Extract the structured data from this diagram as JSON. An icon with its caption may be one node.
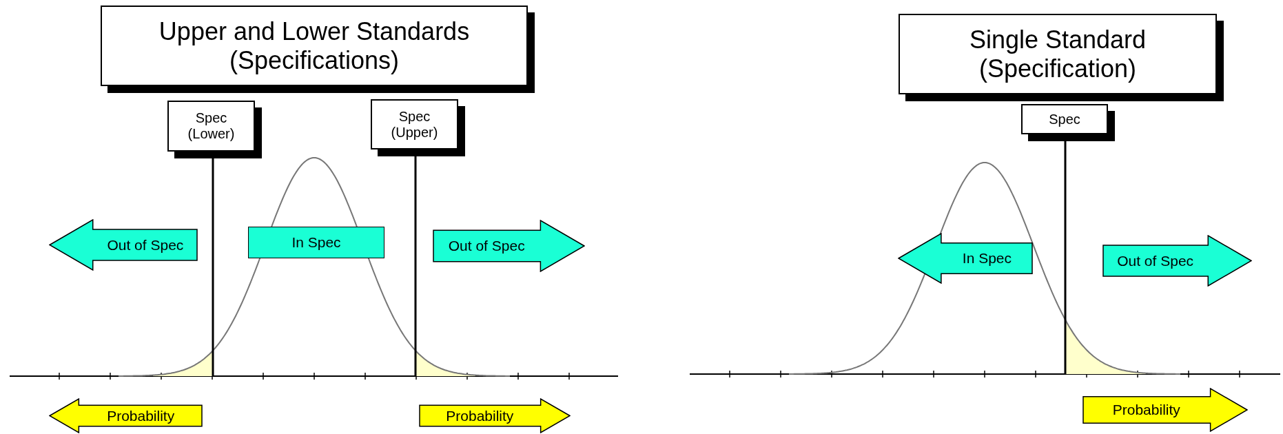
{
  "diagram": {
    "nodes": [
      {
        "text": [
          "Upper and Lower Standards (Specifications)"
        ]
      },
      {
        "text": [
          "Spec (Lower)"
        ]
      },
      {
        "text": [
          "Spec (Upper)"
        ]
      },
      {
        "text": [
          "Out of Spec"
        ]
      },
      {
        "text": [
          "In Spec"
        ]
      },
      {
        "text": [
          "Out of Spec"
        ]
      },
      {
        "text": [
          "Probability"
        ]
      },
      {
        "text": [
          "Probability"
        ]
      },
      {
        "text": [
          "Single Standard (Specification)"
        ]
      },
      {
        "text": [
          "Spec"
        ]
      },
      {
        "text": [
          "In Spec"
        ]
      },
      {
        "text": [
          "Out of Spec"
        ]
      },
      {
        "text": [
          "Probability"
        ]
      }
    ],
    "edges": []
  }
}
